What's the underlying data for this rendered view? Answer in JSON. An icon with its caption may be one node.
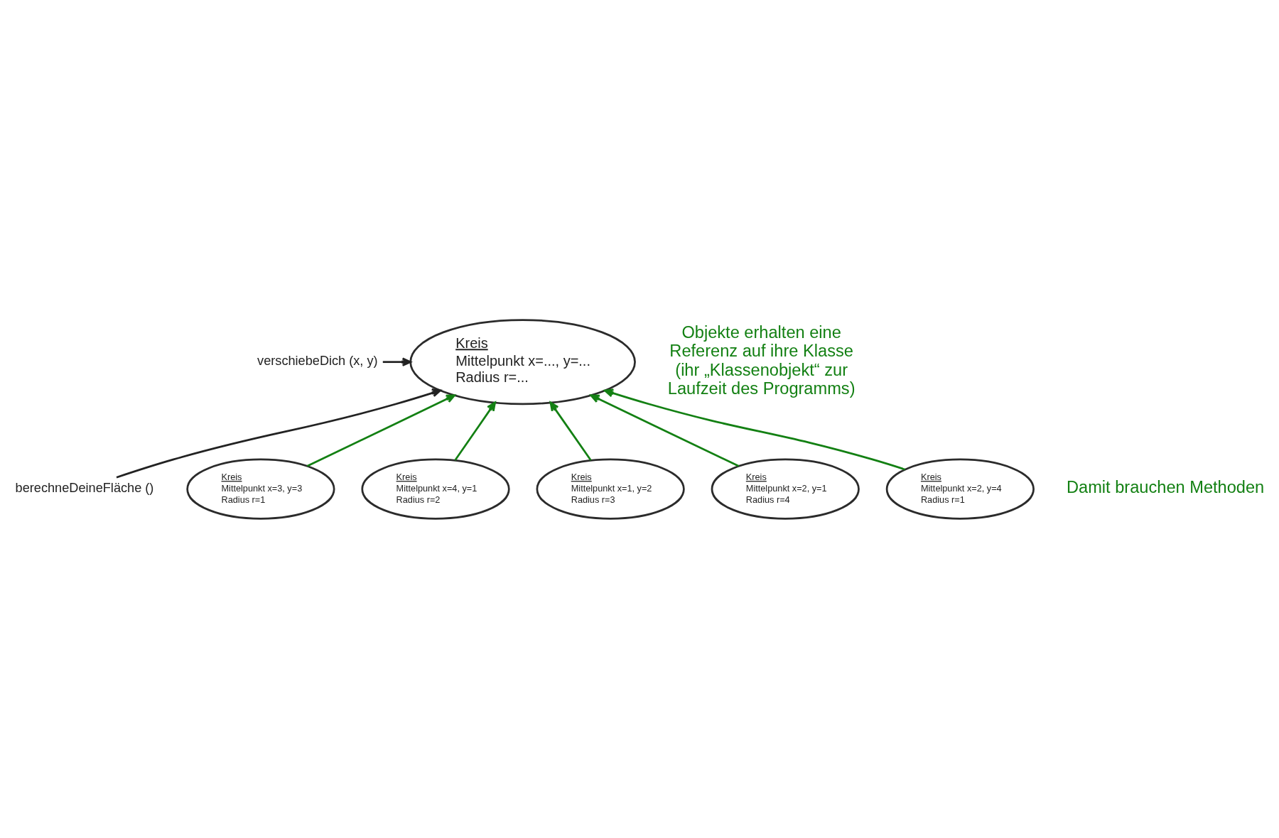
{
  "diagram": {
    "nodes": [
      {
        "text": [
          "verschiebeDich (x, y)"
        ]
      },
      {
        "text": [
          "Kreis",
          "Mittelpunkt x=..., y=...",
          "Radius r=..."
        ]
      },
      {
        "text": [
          "berechneDeineFläche ()"
        ]
      },
      {
        "text": [
          "Kreis",
          "Mittelpunkt x=3, y=3",
          "Radius r=1"
        ]
      },
      {
        "text": [
          "Kreis",
          "Mittelpunkt x=4, y=1",
          "Radius r=2"
        ]
      },
      {
        "text": [
          "Kreis",
          "Mittelpunkt x=1, y=2",
          "Radius r=3"
        ]
      },
      {
        "text": [
          "Kreis",
          "Mittelpunkt x=2, y=1",
          "Radius r=4"
        ]
      },
      {
        "text": [
          "Kreis",
          "Mittelpunkt x=2, y=4",
          "Radius r=1"
        ]
      }
    ],
    "edges": [
      {
        "from": 0,
        "to": 1,
        "arrow": "to",
        "color": "#222222"
      },
      {
        "from": 2,
        "to": 1,
        "arrow": "to",
        "color": "#222222"
      },
      {
        "from": 5,
        "to": 1,
        "arrow": "to"
      },
      {
        "from": 7,
        "to": 1,
        "arrow": "to"
      },
      {
        "from": 4,
        "to": 1,
        "arrow": "to"
      },
      {
        "from": 6,
        "to": 1,
        "arrow": "to"
      },
      {
        "from": 3,
        "to": 1,
        "arrow": "to"
      }
    ],
    "labels": [
      "Objekte erhalten eine Referenz auf ihre Klasse (ihr „Klassenobjekt“ zur Laufzeit des Programms)",
      "Damit brauchen Methoden"
    ]
  }
}
